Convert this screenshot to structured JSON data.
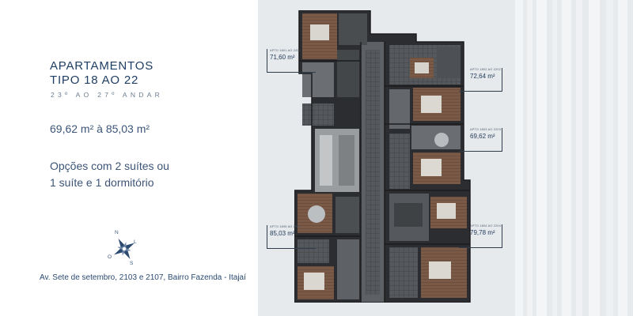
{
  "heading": {
    "line1": "APARTAMENTOS",
    "line2": "TIPO 18 AO 22"
  },
  "floors": "23º AO 27º ANDAR",
  "area_range": "69,62 m² à 85,03 m²",
  "options": {
    "line1": "Opções com 2 suítes ou",
    "line2": "1 suíte e 1 dormitório"
  },
  "address": "Av. Sete de setembro, 2103 e 2107, Bairro Fazenda - Itajaí",
  "compass": {
    "n": "N",
    "s": "S",
    "l": "L",
    "o": "O"
  },
  "units": [
    {
      "code": "APTO 1801 AO 2201",
      "area": "71,60 m²"
    },
    {
      "code": "APTO 1802 AO 2202",
      "area": "72,64 m²"
    },
    {
      "code": "APTO 1803 AO 2203",
      "area": "69,62 m²"
    },
    {
      "code": "APTO 1804 AO 2204",
      "area": "79,78 m²"
    },
    {
      "code": "APTO 1805 AO 2205",
      "area": "85,03 m²"
    }
  ],
  "colors": {
    "brand_navy": "#1f3e63",
    "panel_bg": "#e7eaed",
    "floor_wood": "#7a5a46",
    "floor_dark": "#3f4245"
  }
}
